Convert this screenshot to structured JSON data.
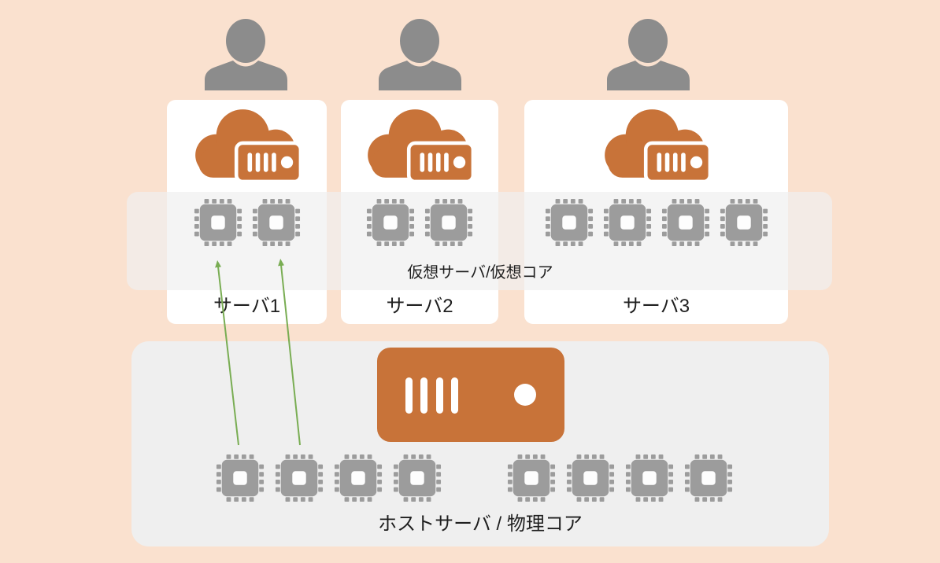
{
  "diagram": {
    "band_label": "仮想サーバ/仮想コア",
    "users": [
      {
        "icon": "person-icon"
      },
      {
        "icon": "person-icon"
      },
      {
        "icon": "person-icon"
      }
    ],
    "virtual_servers": [
      {
        "label": "サーバ1",
        "virtual_cores": 2
      },
      {
        "label": "サーバ2",
        "virtual_cores": 2
      },
      {
        "label": "サーバ3",
        "virtual_cores": 4
      }
    ],
    "host_server": {
      "label": "ホストサーバ / 物理コア",
      "physical_core_groups": [
        4,
        4
      ]
    },
    "core_mappings": [
      {
        "from": "host-core-1",
        "to": "server1-core-1"
      },
      {
        "from": "host-core-2",
        "to": "server1-core-2"
      }
    ]
  },
  "colors": {
    "background": "#fae1cf",
    "card": "#ffffff",
    "band_overlay": "rgba(239,239,239,0.7)",
    "host_box": "#efefef",
    "accent_orange": "#c87339",
    "person_gray": "#8c8c8c",
    "icon_gray": "#9c9c9c",
    "arrow_green": "#79ad53",
    "text": "#1f1f1f"
  }
}
